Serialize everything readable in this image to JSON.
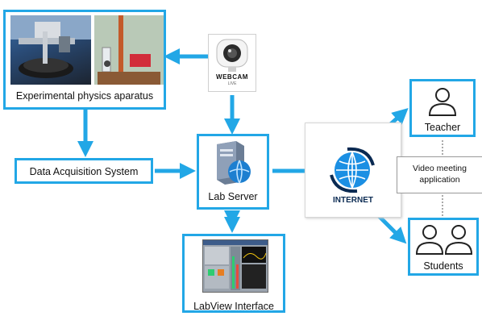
{
  "labels": {
    "apparatus": "Experimental physics aparatus",
    "daq": "Data Acquisition System",
    "server": "Lab Server",
    "labview": "LabView Interface",
    "teacher": "Teacher",
    "students": "Students",
    "video_line1": "Video meeting",
    "video_line2": "application",
    "internet": "INTERNET",
    "webcam": "WEBCAM",
    "webcam_sub": "LIVE"
  },
  "colors": {
    "accent": "#22a7e6"
  },
  "icons": [
    "webcam-icon",
    "server-icon",
    "globe-icon",
    "teacher-icon",
    "students-icon",
    "labview-screenshot"
  ]
}
